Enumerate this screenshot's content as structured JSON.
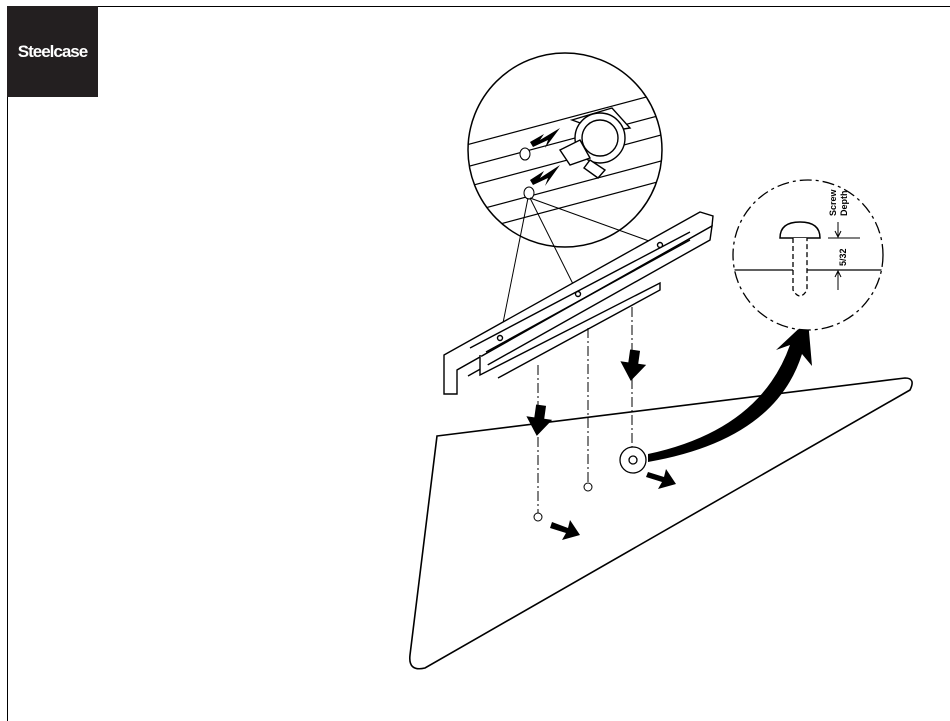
{
  "brand": {
    "logo_text": "Steelcase"
  },
  "detail": {
    "label_line1": "Screw",
    "label_line2": "Depth",
    "dimension": "5/32"
  }
}
